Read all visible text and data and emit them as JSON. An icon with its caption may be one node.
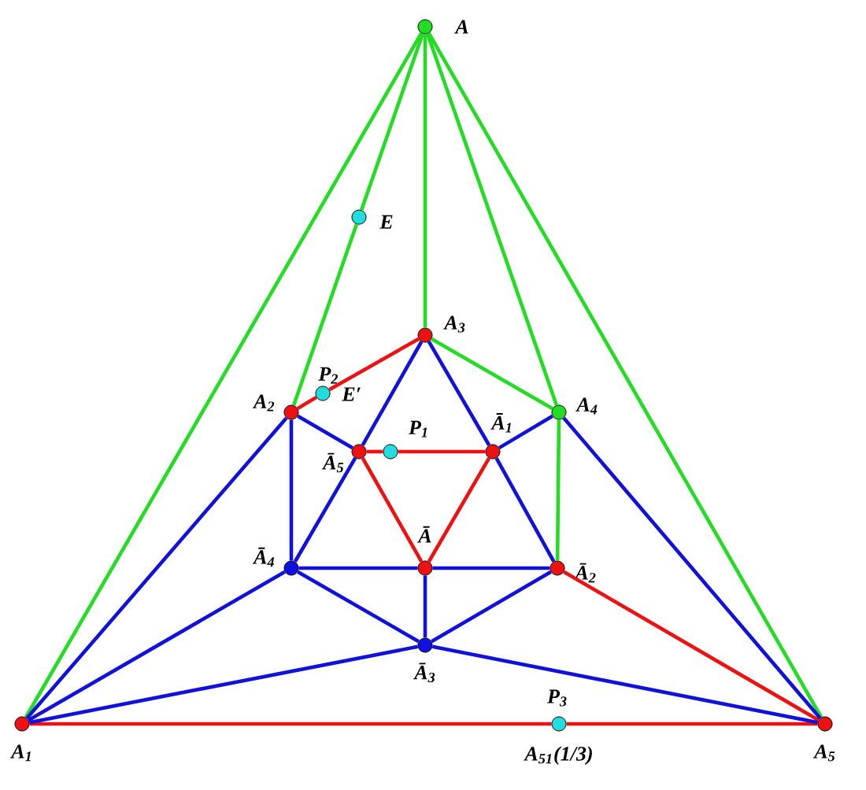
{
  "diagram": {
    "nodes": [
      {
        "text": [
          "A"
        ]
      },
      {
        "text": [
          "A$_{1}$"
        ]
      },
      {
        "text": [
          "A$_{5}$"
        ]
      },
      {
        "text": [
          "A$_{3}$"
        ]
      },
      {
        "text": [
          "A$_{2}$"
        ]
      },
      {
        "text": [
          "A$_{4}$"
        ]
      },
      {
        "text": [
          "Ā$_{5}$"
        ]
      },
      {
        "text": [
          "Ā$_{1}$"
        ]
      },
      {
        "text": [
          "Ā"
        ]
      },
      {
        "text": [
          "Ā$_{4}$"
        ]
      },
      {
        "text": [
          "Ā$_{2}$"
        ]
      },
      {
        "text": [
          "Ā$_{3}$"
        ]
      },
      {
        "text": [
          "E"
        ]
      },
      {
        "text": [
          "P$_{2}$",
          "E′"
        ]
      },
      {
        "text": [
          "P$_{1}$"
        ]
      },
      {
        "text": [
          "P$_{3}$",
          "A$_{51}$(1/3)"
        ]
      }
    ],
    "edges": [
      {
        "from": 0,
        "to": 1,
        "arrow": "none",
        "color": "#22dd22"
      },
      {
        "from": 0,
        "to": 12,
        "arrow": "none",
        "color": "#22dd22"
      },
      {
        "from": 12,
        "to": 4,
        "arrow": "none",
        "color": "#22dd22"
      },
      {
        "from": 0,
        "to": 3,
        "arrow": "none",
        "color": "#22dd22"
      },
      {
        "from": 0,
        "to": 5,
        "arrow": "none",
        "color": "#22dd22"
      },
      {
        "from": 0,
        "to": 2,
        "arrow": "none",
        "color": "#22dd22"
      },
      {
        "from": 3,
        "to": 5,
        "arrow": "none",
        "color": "#22dd22"
      },
      {
        "from": 5,
        "to": 10,
        "arrow": "none",
        "color": "#22dd22"
      },
      {
        "from": 4,
        "to": 13,
        "arrow": "none",
        "color": "#ee1111"
      },
      {
        "from": 13,
        "to": 3,
        "arrow": "none",
        "color": "#ee1111"
      },
      {
        "from": 6,
        "to": 14,
        "arrow": "none",
        "color": "#ee1111"
      },
      {
        "from": 14,
        "to": 7,
        "arrow": "none",
        "color": "#ee1111"
      },
      {
        "from": 6,
        "to": 8,
        "arrow": "none",
        "color": "#ee1111"
      },
      {
        "from": 7,
        "to": 8,
        "arrow": "none",
        "color": "#ee1111"
      },
      {
        "from": 10,
        "to": 2,
        "arrow": "none",
        "color": "#ee1111"
      },
      {
        "from": 1,
        "to": 15,
        "arrow": "none",
        "color": "#ee1111"
      },
      {
        "from": 15,
        "to": 2,
        "arrow": "none",
        "color": "#ee1111"
      },
      {
        "from": 3,
        "to": 6,
        "arrow": "none"
      },
      {
        "from": 3,
        "to": 7,
        "arrow": "none"
      },
      {
        "from": 4,
        "to": 6,
        "arrow": "none"
      },
      {
        "from": 4,
        "to": 9,
        "arrow": "none"
      },
      {
        "from": 4,
        "to": 1,
        "arrow": "none"
      },
      {
        "from": 7,
        "to": 5,
        "arrow": "none"
      },
      {
        "from": 7,
        "to": 10,
        "arrow": "none"
      },
      {
        "from": 5,
        "to": 2,
        "arrow": "none"
      },
      {
        "from": 6,
        "to": 9,
        "arrow": "none"
      },
      {
        "from": 9,
        "to": 8,
        "arrow": "none"
      },
      {
        "from": 8,
        "to": 10,
        "arrow": "none"
      },
      {
        "from": 9,
        "to": 11,
        "arrow": "none"
      },
      {
        "from": 8,
        "to": 11,
        "arrow": "none"
      },
      {
        "from": 10,
        "to": 11,
        "arrow": "none"
      },
      {
        "from": 9,
        "to": 1,
        "arrow": "none"
      },
      {
        "from": 11,
        "to": 1,
        "arrow": "none"
      },
      {
        "from": 11,
        "to": 2,
        "arrow": "none"
      }
    ]
  }
}
